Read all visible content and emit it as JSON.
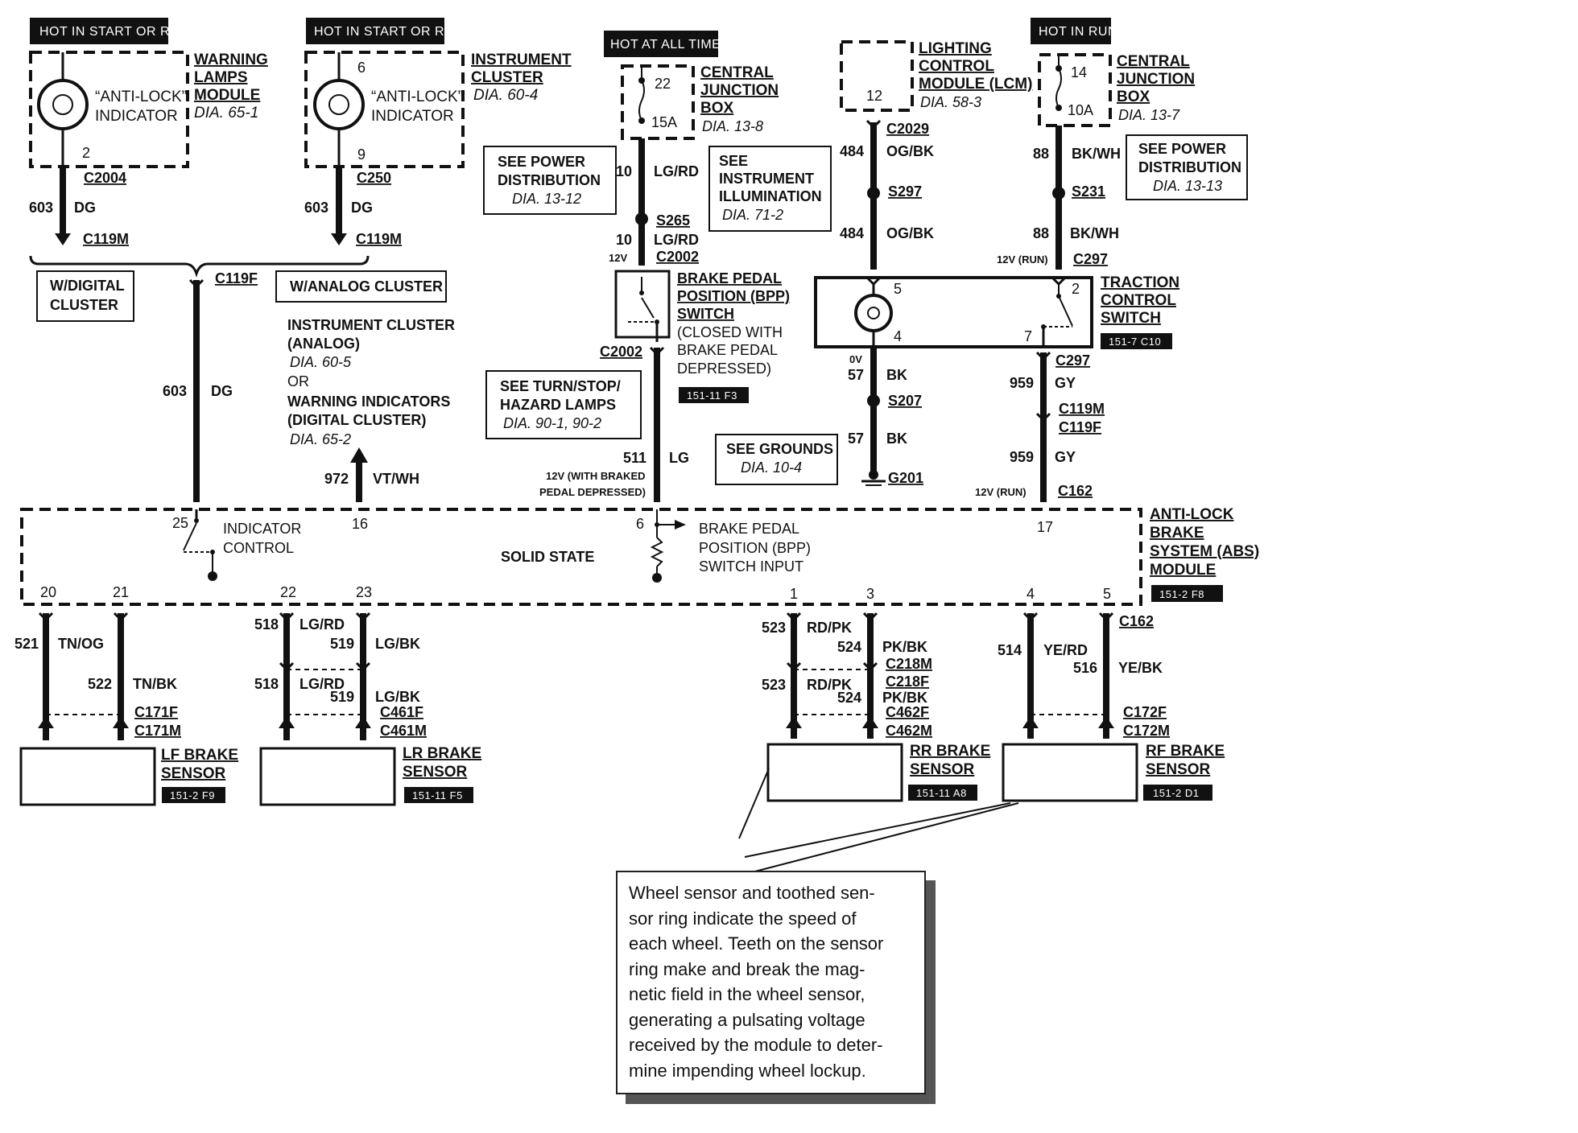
{
  "power_labels": {
    "p1": "HOT IN START OR RUN",
    "p2": "HOT IN START OR RUN",
    "p3": "HOT AT ALL TIMES",
    "p4": "HOT IN RUN"
  },
  "components": {
    "warning_lamps": {
      "name1": "WARNING",
      "name2": "LAMPS",
      "name3": "MODULE",
      "ref": "DIA. 65-1",
      "indicator1": "“ANTI-LOCK”",
      "indicator2": "INDICATOR",
      "pin": "2"
    },
    "instrument_cluster": {
      "name1": "INSTRUMENT",
      "name2": "CLUSTER",
      "ref": "DIA. 60-4",
      "indicator1": "“ANTI-LOCK”",
      "indicator2": "INDICATOR",
      "pin_top": "6",
      "pin_bottom": "9"
    },
    "cjb1": {
      "name1": "CENTRAL",
      "name2": "JUNCTION",
      "name3": "BOX",
      "ref": "DIA. 13-8",
      "fuse": "22",
      "amp": "15A"
    },
    "lcm": {
      "name1": "LIGHTING",
      "name2": "CONTROL",
      "name3": "MODULE (LCM)",
      "ref": "DIA. 58-3",
      "pin": "12"
    },
    "cjb2": {
      "name1": "CENTRAL",
      "name2": "JUNCTION",
      "name3": "BOX",
      "ref": "DIA. 13-7",
      "fuse": "14",
      "amp": "10A"
    },
    "bpp": {
      "name1": "BRAKE PEDAL",
      "name2": "POSITION (BPP)",
      "name3": "SWITCH",
      "note1": "(CLOSED WITH",
      "note2": "BRAKE PEDAL",
      "note3": "DEPRESSED)",
      "tag": "151-11 F3"
    },
    "tcs": {
      "name1": "TRACTION",
      "name2": "CONTROL",
      "name3": "SWITCH",
      "tag": "151-7 C10",
      "pin5": "5",
      "pin4": "4",
      "pin2": "2",
      "pin7": "7"
    },
    "abs": {
      "name1": "ANTI-LOCK",
      "name2": "BRAKE",
      "name3": "SYSTEM (ABS)",
      "name4": "MODULE",
      "tag": "151-2 F8",
      "solid": "SOLID STATE",
      "ind1": "INDICATOR",
      "ind2": "CONTROL",
      "bpp1": "BRAKE PEDAL",
      "bpp2": "POSITION (BPP)",
      "bpp3": "SWITCH INPUT",
      "pins": {
        "p25": "25",
        "p16": "16",
        "p6": "6",
        "p17": "17",
        "p20": "20",
        "p21": "21",
        "p22": "22",
        "p23": "23",
        "p1": "1",
        "p3": "3",
        "p4": "4",
        "p5": "5"
      }
    },
    "lf": {
      "name1": "LF BRAKE",
      "name2": "SENSOR",
      "tag": "151-2 F9"
    },
    "lr": {
      "name1": "LR BRAKE",
      "name2": "SENSOR",
      "tag": "151-11 F5"
    },
    "rr": {
      "name1": "RR BRAKE",
      "name2": "SENSOR",
      "tag": "151-11 A8"
    },
    "rf": {
      "name1": "RF BRAKE",
      "name2": "SENSOR",
      "tag": "151-2 D1"
    }
  },
  "boxes": {
    "pd1": {
      "l1": "SEE POWER",
      "l2": "DISTRIBUTION",
      "l3": "DIA. 13-12"
    },
    "illum": {
      "l1": "SEE",
      "l2": "INSTRUMENT",
      "l3": "ILLUMINATION",
      "l4": "DIA. 71-2"
    },
    "pd2": {
      "l1": "SEE POWER",
      "l2": "DISTRIBUTION",
      "l3": "DIA. 13-13"
    },
    "digital": {
      "l1": "W/DIGITAL",
      "l2": "CLUSTER"
    },
    "analog": {
      "l1": "W/ANALOG CLUSTER"
    },
    "turn": {
      "l1": "SEE TURN/STOP/",
      "l2": "HAZARD LAMPS",
      "l3": "DIA. 90-1, 90-2"
    },
    "grounds": {
      "l1": "SEE GROUNDS",
      "l2": "DIA. 10-4"
    }
  },
  "cluster_text": {
    "l1": "INSTRUMENT CLUSTER",
    "l2": "(ANALOG)",
    "l3": "DIA. 60-5",
    "l4": "OR",
    "l5": "WARNING INDICATORS",
    "l6": "(DIGITAL CLUSTER)",
    "l7": "DIA. 65-2"
  },
  "connectors": {
    "c2004": "C2004",
    "c250": "C250",
    "c119m_a": "C119M",
    "c119m_b": "C119M",
    "c119f": "C119F",
    "c2002_top": "C2002",
    "c2002_bot": "C2002",
    "s265": "S265",
    "c2029": "C2029",
    "s297": "S297",
    "s231": "S231",
    "c297_top": "C297",
    "c297_bot": "C297",
    "s207": "S207",
    "g201": "G201",
    "c119m_c": "C119M",
    "c119f_c": "C119F",
    "c162_a": "C162",
    "c162_b": "C162",
    "c171f": "C171F",
    "c171m": "C171M",
    "c461f": "C461F",
    "c461m": "C461M",
    "c218m": "C218M",
    "c218f": "C218F",
    "c462f": "C462F",
    "c462m": "C462M",
    "c172f": "C172F",
    "c172m": "C172M"
  },
  "wires": {
    "w603a": "603",
    "dg_a": "DG",
    "w603b": "603",
    "dg_b": "DG",
    "w603c": "603",
    "dg_c": "DG",
    "w10a": "10",
    "lgrd_a": "LG/RD",
    "w10b": "10",
    "lgrd_b": "LG/RD",
    "w484a": "484",
    "ogbk_a": "OG/BK",
    "w484b": "484",
    "ogbk_b": "OG/BK",
    "w88a": "88",
    "bkwh_a": "BK/WH",
    "w88b": "88",
    "bkwh_b": "BK/WH",
    "w57a": "57",
    "bk_a": "BK",
    "w57b": "57",
    "bk_b": "BK",
    "w959a": "959",
    "gy_a": "GY",
    "w959b": "959",
    "gy_b": "GY",
    "w972": "972",
    "vtwh": "VT/WH",
    "w511": "511",
    "lg": "LG",
    "w521": "521",
    "tnog": "TN/OG",
    "w522": "522",
    "tnbk": "TN/BK",
    "w518a": "518",
    "lgrd_c": "LG/RD",
    "w519a": "519",
    "lgbk_a": "LG/BK",
    "w518b": "518",
    "lgrd_d": "LG/RD",
    "w519b": "519",
    "lgbk_b": "LG/BK",
    "w523a": "523",
    "rdpk_a": "RD/PK",
    "w524a": "524",
    "pkbk_a": "PK/BK",
    "w523b": "523",
    "rdpk_b": "RD/PK",
    "w524b": "524",
    "pkbk_b": "PK/BK",
    "w514": "514",
    "yerd": "YE/RD",
    "w516": "516",
    "yebk": "YE/BK"
  },
  "voltages": {
    "v12a": "12V",
    "v12run_a": "12V (RUN)",
    "v0": "0V",
    "v12brake1": "12V (WITH BRAKED",
    "v12brake2": "PEDAL DEPRESSED)",
    "v12run_b": "12V (RUN)"
  },
  "callout": {
    "l1": "Wheel sensor and toothed sen-",
    "l2": "sor ring indicate the speed of",
    "l3": "each wheel. Teeth on the sensor",
    "l4": "ring make and break the mag-",
    "l5": "netic field in the wheel sensor,",
    "l6": "generating a pulsating voltage",
    "l7": "received by the module to deter-",
    "l8": "mine impending wheel lockup."
  }
}
